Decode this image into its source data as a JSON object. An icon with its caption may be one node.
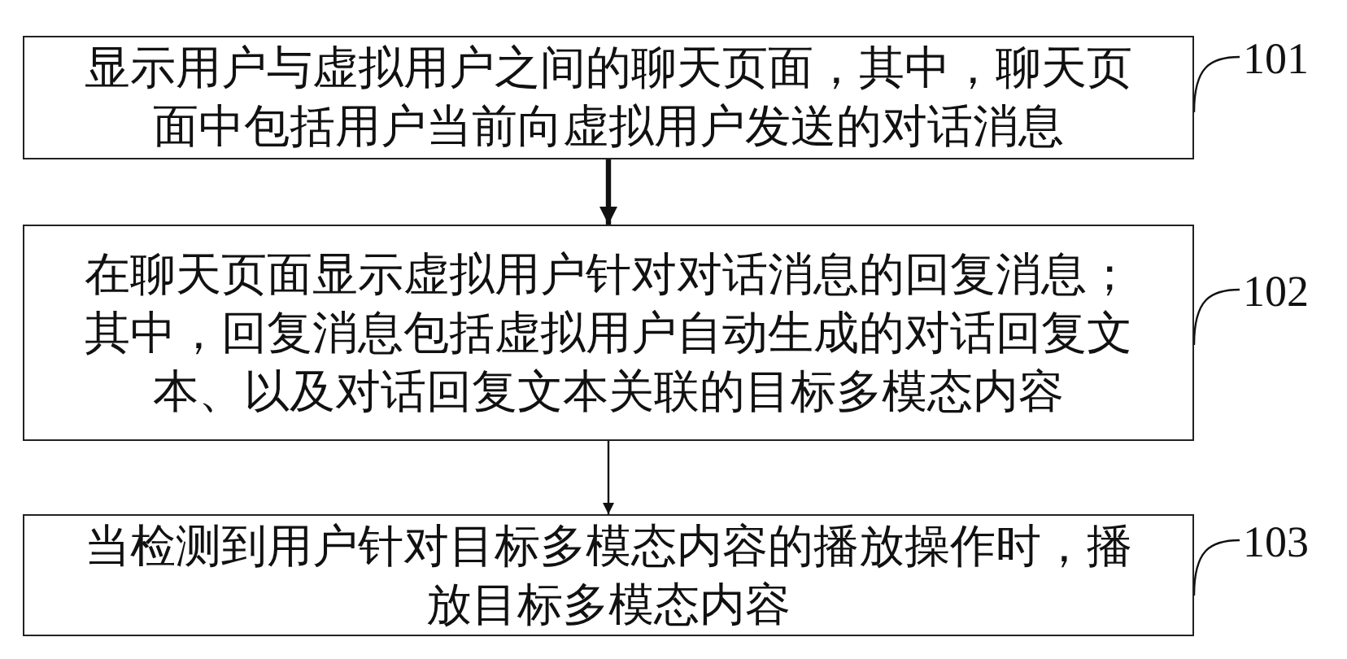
{
  "diagram": {
    "nodes": [
      {
        "text": [
          "显示用户与虚拟用户之间的聊天页面，其中，聊天页面中包括用户当前向虚拟用户发送的对话消息"
        ]
      },
      {
        "text": [
          "在聊天页面显示虚拟用户针对对话消息的回复消息；其中，回复消息包括虚拟用户自动生成的对话回复文本、以及对话回复文本关联的目标多模态内容"
        ]
      },
      {
        "text": [
          "当检测到用户针对目标多模态内容的播放操作时，播放目标多模态内容"
        ]
      },
      {
        "text": [
          "101"
        ]
      },
      {
        "text": [
          "102"
        ]
      },
      {
        "text": [
          "103"
        ]
      }
    ],
    "edges": [
      {
        "from": 0,
        "to": 1,
        "arrow": "to",
        "style": "thick"
      },
      {
        "from": 1,
        "to": 2,
        "arrow": "to"
      },
      {
        "from": 3,
        "to": 0,
        "arrow": "none"
      },
      {
        "from": 4,
        "to": 1,
        "arrow": "none"
      },
      {
        "from": 5,
        "to": 2,
        "arrow": "none"
      }
    ]
  }
}
